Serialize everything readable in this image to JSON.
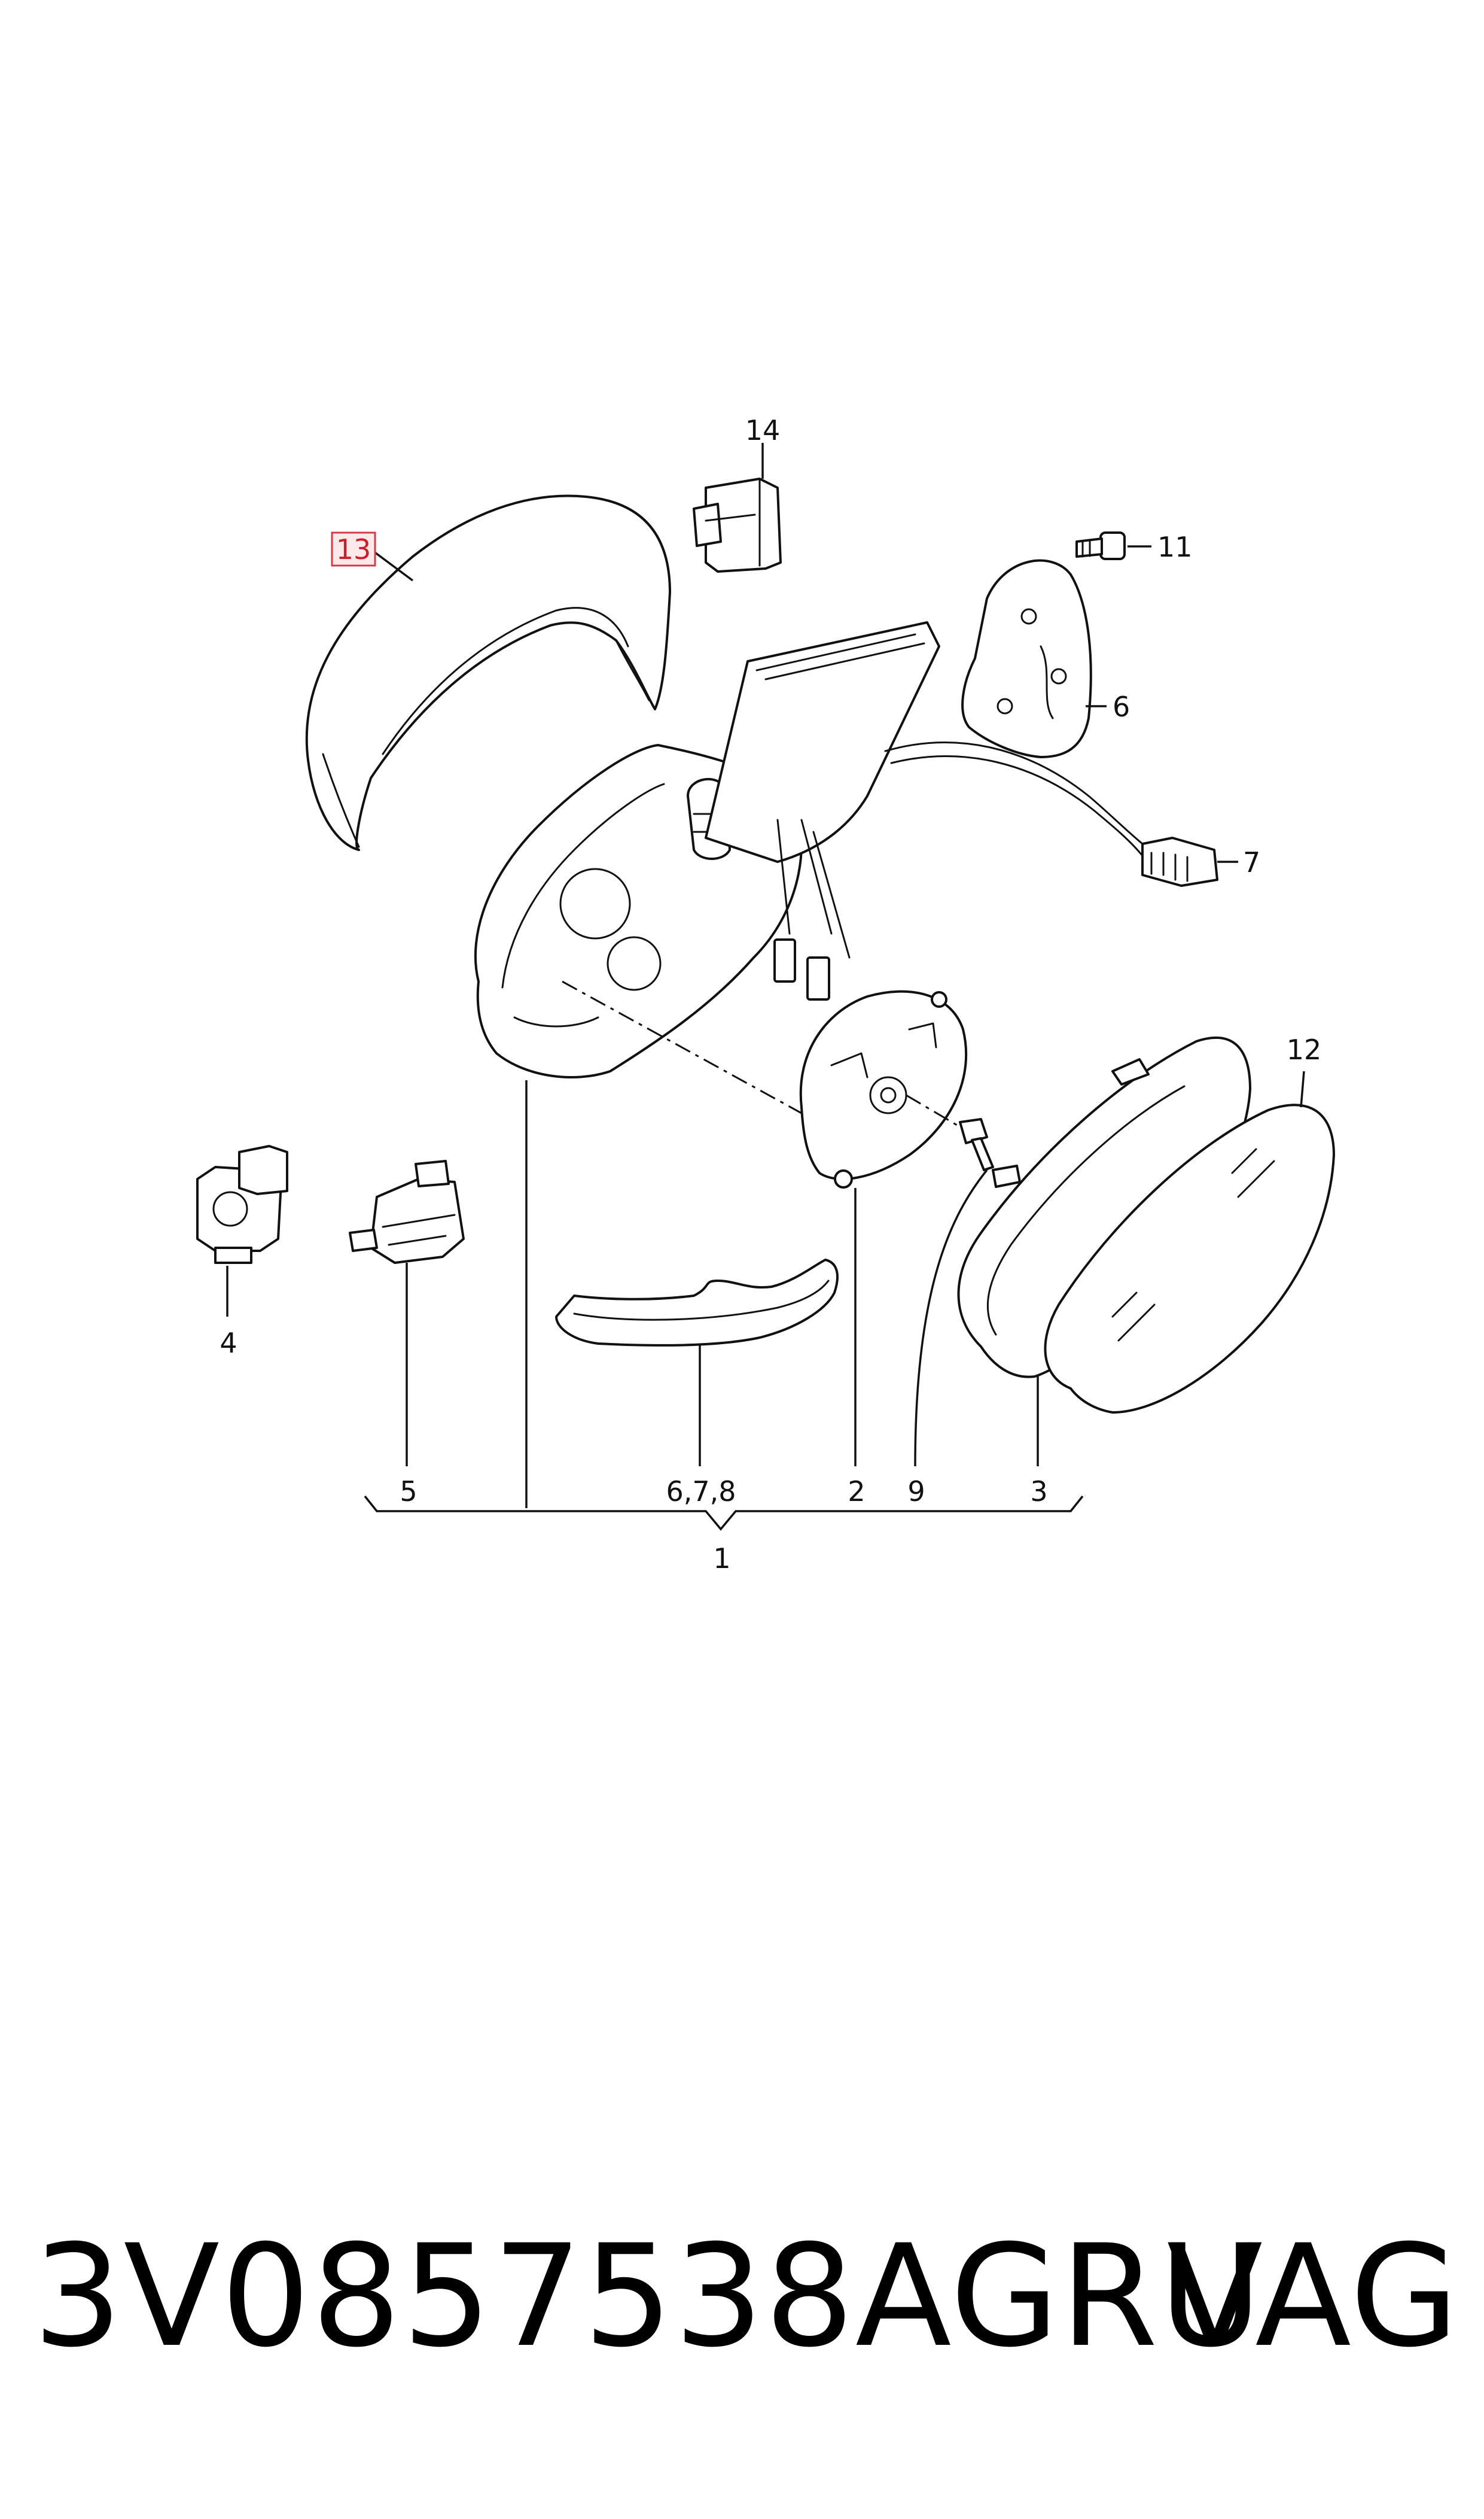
{
  "diagram": {
    "callouts": {
      "c1": "1",
      "c2": "2",
      "c3": "3",
      "c4": "4",
      "c5": "5",
      "c6": "6",
      "c678": "6,7,8",
      "c7": "7",
      "c9": "9",
      "c11": "11",
      "c12": "12",
      "c13": "13",
      "c14": "14"
    },
    "highlighted_callout": "13",
    "highlight_color": "#d63a45"
  },
  "footer": {
    "part_number": "3V0857538AGRU",
    "brand": "VAG"
  }
}
